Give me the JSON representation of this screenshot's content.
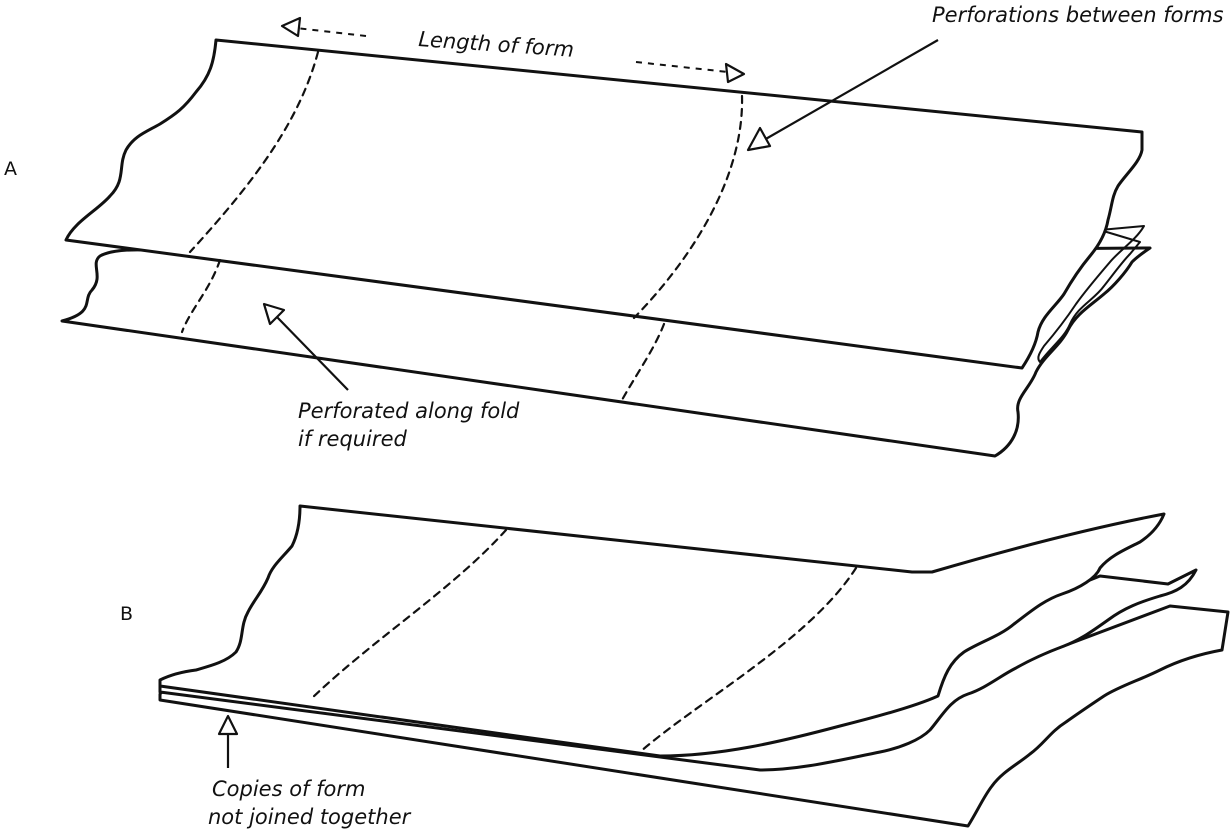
{
  "diagram": {
    "section_a": {
      "label": "A",
      "length_label": "Length of form",
      "perforations_label": "Perforations between forms",
      "fold_label_line1": "Perforated along fold",
      "fold_label_line2": "if required"
    },
    "section_b": {
      "label": "B",
      "copies_label_line1": "Copies of form",
      "copies_label_line2": "not joined together"
    }
  }
}
